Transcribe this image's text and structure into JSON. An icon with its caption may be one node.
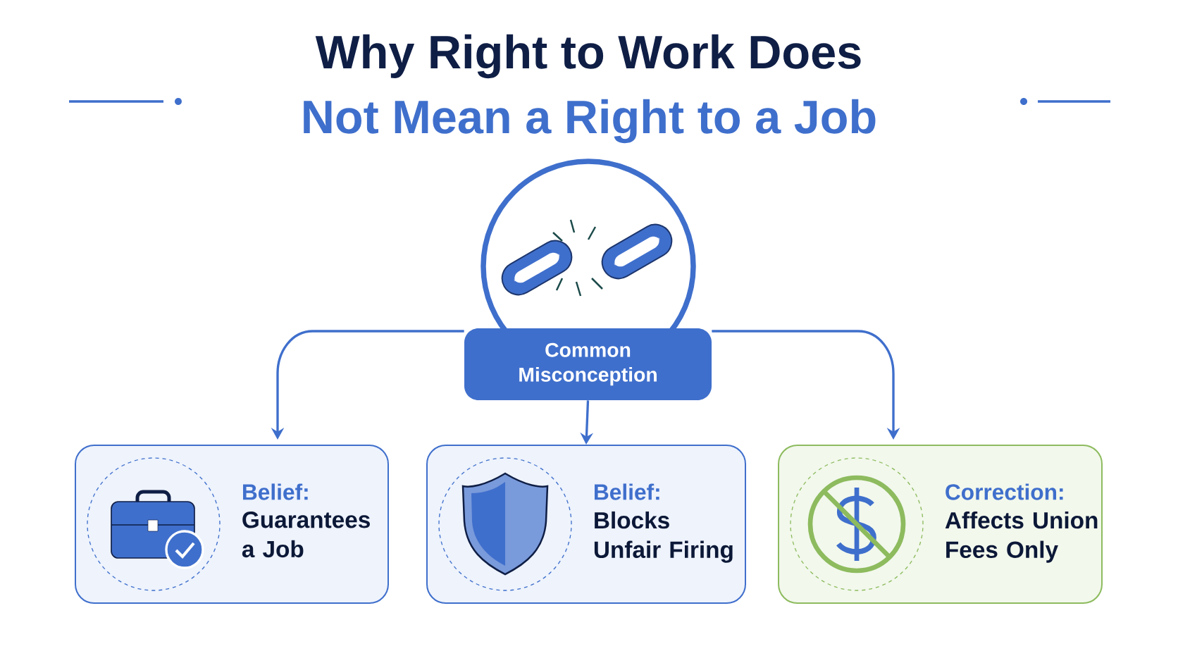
{
  "diagram": {
    "title": "Why Right to Work Does",
    "nodes": [
      {
        "text": [
          "Common Misconception"
        ]
      },
      {
        "text": [
          "Belief:",
          "Guarantees a Job"
        ]
      },
      {
        "text": [
          "Belief:",
          "Blocks Unfair Firing"
        ]
      },
      {
        "text": [
          "Correction:",
          "Affects Union Fees Only"
        ]
      }
    ],
    "edges": [
      {
        "from": 0,
        "to": 1,
        "arrow": "to"
      },
      {
        "from": 0,
        "to": 2,
        "arrow": "to"
      },
      {
        "from": 0,
        "to": 3,
        "arrow": "to"
      }
    ],
    "labels": [
      "Not Mean a Right to a Job"
    ]
  }
}
